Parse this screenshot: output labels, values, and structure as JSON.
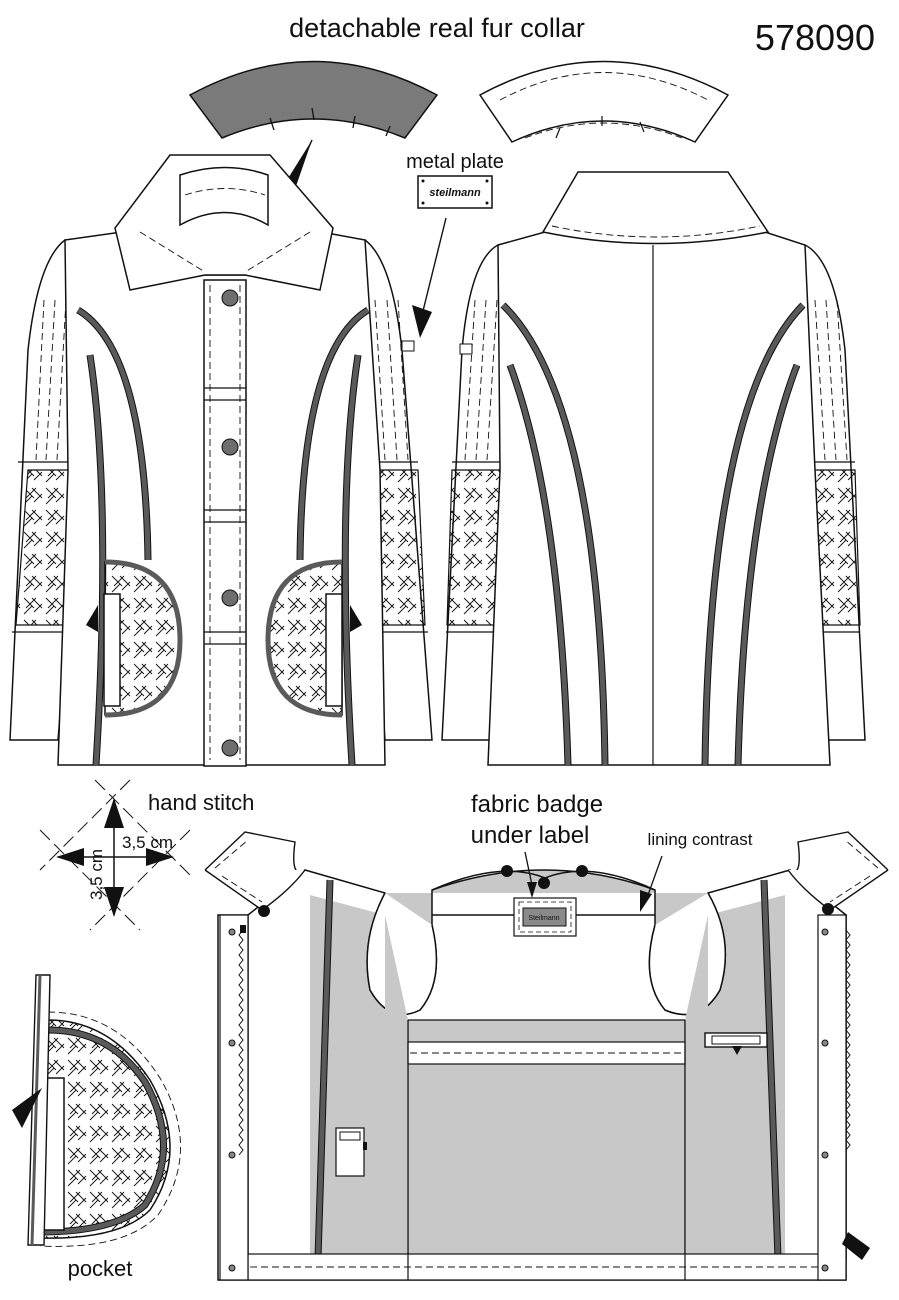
{
  "header": {
    "title": "detachable real fur collar",
    "article_number": "578090"
  },
  "labels": {
    "metal_plate": "metal plate",
    "plate_brand": "steilmann",
    "hand_stitch": "hand stitch",
    "dim_horizontal": "3,5 cm",
    "dim_vertical": "3,5 cm",
    "fabric_badge_line1": "fabric badge",
    "fabric_badge_line2": "under label",
    "badge_brand": "Steilmann",
    "lining_contrast": "lining contrast",
    "pocket": "pocket"
  },
  "colors": {
    "outline": "#111111",
    "fur_collar": "#7a7a7a",
    "piping": "#5a5a5a",
    "lining": "#c8c8c8",
    "button": "#6e6e6e"
  }
}
